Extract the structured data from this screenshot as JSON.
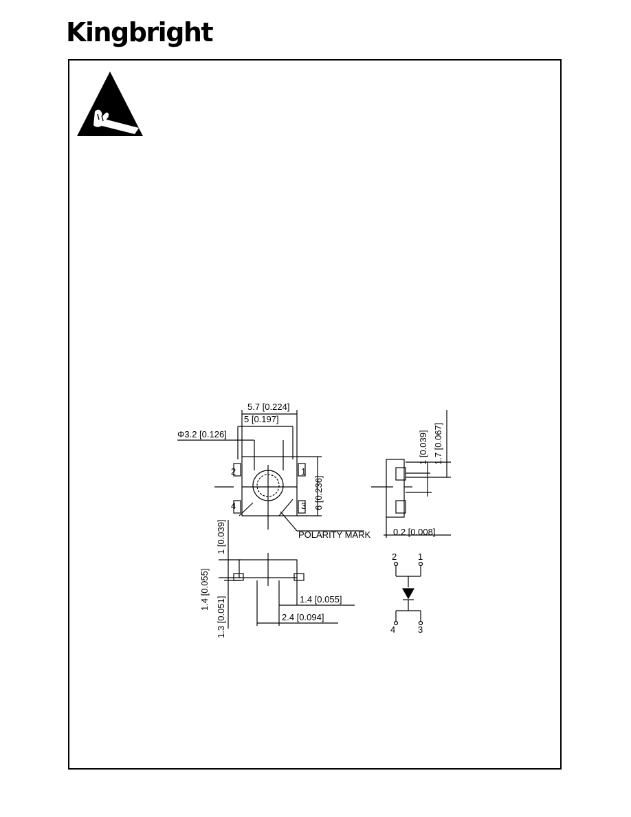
{
  "brand": {
    "name": "Kingbright",
    "color": "#000000"
  },
  "esd_symbol": {
    "icon": "esd-warning-icon"
  },
  "drawing": {
    "top_view": {
      "dim_width_overall": "5.7  [0.224]",
      "dim_width_body": "5  [0.197]",
      "dim_lens_diameter": "Φ3.2  [0.126]",
      "dim_height": "6  [0.236]",
      "pin_2": "2",
      "pin_1": "1",
      "pin_4": "4",
      "pin_3": "3",
      "polarity_label": "POLARITY  MARK"
    },
    "side_view": {
      "dim_lens_offset": "1  [0.039]",
      "dim_total": "1.7  [0.067]",
      "dim_lead": "0.2  [0.008]"
    },
    "front_view": {
      "dim_upper": "1  [0.039]",
      "dim_body": "1.4  [0.055]",
      "dim_lower": "1.3  [0.051]",
      "dim_pad": "1.4  [0.055]",
      "dim_pitch": "2.4  [0.094]"
    },
    "schematic": {
      "pin_2": "2",
      "pin_1": "1",
      "pin_4": "4",
      "pin_3": "3"
    }
  }
}
